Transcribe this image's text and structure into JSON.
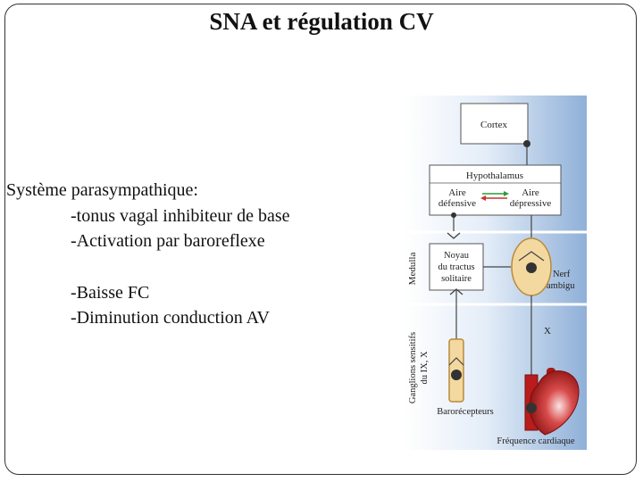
{
  "slide": {
    "title": "SNA et régulation CV",
    "lines": {
      "heading": "Système parasympathique:",
      "item1": "-tonus vagal inhibiteur de base",
      "item2": "-Activation par baroreflexe",
      "item3": "-Baisse FC",
      "item4": "-Diminution conduction AV"
    }
  },
  "diagram": {
    "cortex": "Cortex",
    "hypothalamus": "Hypothalamus",
    "aire_defensive_1": "Aire",
    "aire_defensive_2": "défensive",
    "aire_depressive_1": "Aire",
    "aire_depressive_2": "dépressive",
    "noyau_1": "Noyau",
    "noyau_2": "du tractus",
    "noyau_3": "solitaire",
    "nerf_1": "Nerf",
    "nerf_2": "ambigu",
    "medulla": "Medulla",
    "ganglions_1": "Ganglions sensitifs",
    "ganglions_2": "du IX, X",
    "x_label": "X",
    "baro": "Barorécepteurs",
    "freq": "Fréquence cardiaque"
  },
  "colors": {
    "panel_light": "#ffffff",
    "panel_blue": "#8fb0d8",
    "box_border": "#555555",
    "neuron_fill": "#f3d9a0",
    "neuron_stroke": "#b88a3a",
    "arrow_green": "#2e9a3a",
    "arrow_red": "#c83232",
    "heart_red": "#b81c1c"
  }
}
